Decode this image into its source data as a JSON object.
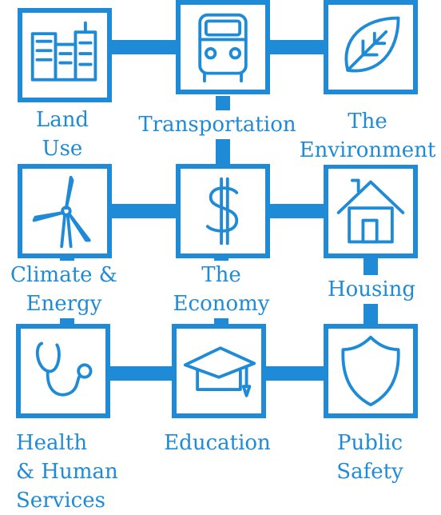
{
  "colors": {
    "accent": "#1f8bd6"
  },
  "tiles": [
    {
      "id": "land-use",
      "icon": "buildings-icon",
      "lines": [
        "Land",
        "Use"
      ]
    },
    {
      "id": "transportation",
      "icon": "bus-icon",
      "lines": [
        "Transportation"
      ]
    },
    {
      "id": "environment",
      "icon": "leaf-icon",
      "lines": [
        "The",
        "Environment"
      ]
    },
    {
      "id": "climate-energy",
      "icon": "wind-turbine-icon",
      "lines": [
        "Climate &",
        "Energy"
      ]
    },
    {
      "id": "economy",
      "icon": "dollar-sign-icon",
      "lines": [
        "The",
        "Economy"
      ]
    },
    {
      "id": "housing",
      "icon": "house-icon",
      "lines": [
        "Housing"
      ]
    },
    {
      "id": "health",
      "icon": "stethoscope-icon",
      "lines": [
        "Health",
        "& Human",
        "Services"
      ]
    },
    {
      "id": "education",
      "icon": "graduation-cap-icon",
      "lines": [
        "Education"
      ]
    },
    {
      "id": "public-safety",
      "icon": "shield-icon",
      "lines": [
        "Public",
        "Safety"
      ]
    }
  ]
}
